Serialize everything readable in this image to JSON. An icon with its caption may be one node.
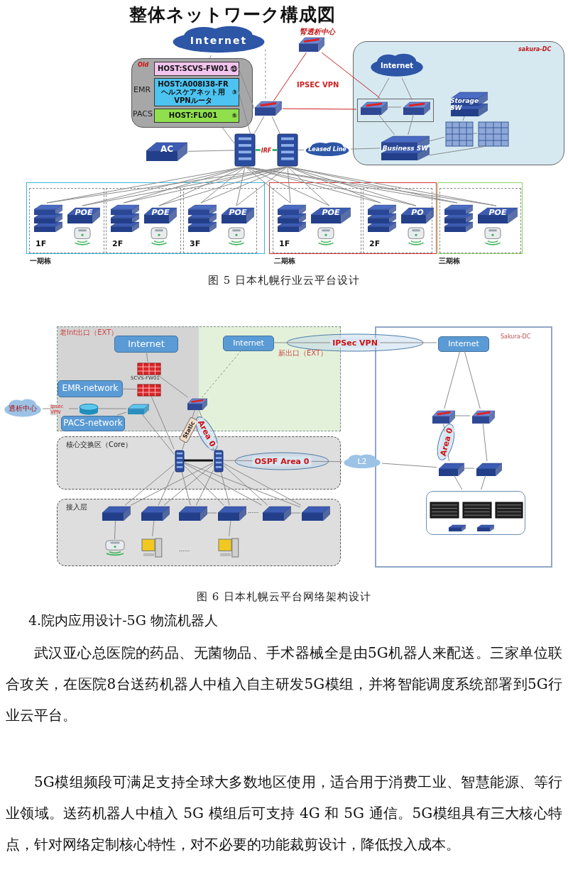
{
  "diagram": {
    "title": "整体ネットワーク構成図",
    "nodes": [
      {
        "text": [
          "Internet"
        ]
      },
      {
        "text": [
          "Old",
          "EMR",
          "PACS"
        ]
      },
      {
        "text": [
          "HOST:SCVS-FW01",
          "⑬"
        ],
        "in": 1
      },
      {
        "text": [
          "HOST:A008I38-FR",
          "ヘルスケアネット用VPNルータ",
          "③"
        ],
        "in": 1
      },
      {
        "text": [
          "HOST:FL001",
          "⑤"
        ],
        "in": 1
      },
      {
        "text": [],
        "shape": "picture",
        "beside": [
          "腎透析中心"
        ]
      },
      {
        "text": [],
        "shape": "picture"
      },
      {
        "text": [],
        "shape": "picture"
      },
      {
        "text": [],
        "shape": "picture"
      },
      {
        "text": [
          "AC"
        ]
      },
      {
        "text": [
          "Leased Line"
        ]
      },
      {
        "text": [
          "sakura-DC"
        ]
      },
      {
        "text": [
          "Internet"
        ],
        "in": 11
      },
      {
        "text": [],
        "shape": "box",
        "in": 11
      },
      {
        "text": [],
        "shape": "picture",
        "in": 13
      },
      {
        "text": [],
        "shape": "picture",
        "in": 13
      },
      {
        "text": [
          "Business SW"
        ],
        "in": 11
      },
      {
        "text": [
          "Storage SW"
        ],
        "in": 11
      },
      {
        "text": [],
        "shape": "picture",
        "in": 11
      },
      {
        "text": [],
        "shape": "picture",
        "in": 11
      },
      {
        "text": [],
        "shape": "box"
      },
      {
        "text": [],
        "shape": "box"
      },
      {
        "text": [],
        "shape": "box"
      },
      {
        "text": [
          "1F"
        ],
        "in": 20
      },
      {
        "text": [],
        "shape": "picture",
        "in": 23
      },
      {
        "text": [
          "POE"
        ],
        "in": 23
      },
      {
        "text": [],
        "shape": "picture",
        "in": 23
      },
      {
        "text": [
          "2F"
        ],
        "in": 20
      },
      {
        "text": [],
        "shape": "picture",
        "in": 27
      },
      {
        "text": [
          "POE"
        ],
        "in": 27
      },
      {
        "text": [],
        "shape": "picture",
        "in": 27
      },
      {
        "text": [
          "3F"
        ],
        "in": 20
      },
      {
        "text": [],
        "shape": "picture",
        "in": 31
      },
      {
        "text": [
          "POE"
        ],
        "in": 31
      },
      {
        "text": [],
        "shape": "picture",
        "in": 31
      },
      {
        "text": [
          "1F"
        ],
        "in": 21
      },
      {
        "text": [],
        "shape": "picture",
        "in": 35
      },
      {
        "text": [
          "POE"
        ],
        "in": 35
      },
      {
        "text": [],
        "shape": "picture",
        "in": 35
      },
      {
        "text": [
          "2F"
        ],
        "in": 21
      },
      {
        "text": [],
        "shape": "picture",
        "in": 39
      },
      {
        "text": [
          "PO"
        ],
        "in": 39
      },
      {
        "text": [],
        "shape": "picture",
        "in": 39
      },
      {
        "text": [],
        "shape": "box",
        "in": 22
      },
      {
        "text": [],
        "shape": "picture",
        "in": 43
      },
      {
        "text": [
          "POE"
        ],
        "in": 43
      },
      {
        "text": [],
        "shape": "picture",
        "in": 43
      },
      {
        "text": [],
        "shape": "box"
      },
      {
        "text": [
          "Internet"
        ],
        "in": 47,
        "beside": [
          "老Int出口（EXT）"
        ]
      },
      {
        "text": [],
        "shape": "picture",
        "in": 47,
        "beside": [
          "SCVS-FW01"
        ]
      },
      {
        "text": [],
        "shape": "picture",
        "in": 47
      },
      {
        "text": [
          "EMR-network"
        ],
        "in": 47
      },
      {
        "text": [],
        "shape": "picture",
        "in": 47
      },
      {
        "text": [],
        "shape": "picture",
        "in": 47
      },
      {
        "text": [
          "PACS-network"
        ],
        "in": 47
      },
      {
        "text": [
          "Internet"
        ],
        "in": 47,
        "beside": [
          "新出口（EXT）"
        ]
      },
      {
        "text": [],
        "shape": "picture",
        "in": 47
      },
      {
        "text": [
          "透析中心"
        ]
      },
      {
        "text": [
          "核心交换区（Core）"
        ]
      },
      {
        "text": [],
        "shape": "picture",
        "in": 58
      },
      {
        "text": [],
        "shape": "picture",
        "in": 58
      },
      {
        "text": [
          "接入层"
        ]
      },
      {
        "text": [],
        "shape": "picture",
        "in": 61
      },
      {
        "text": [],
        "shape": "picture",
        "in": 61
      },
      {
        "text": [],
        "shape": "picture",
        "in": 61
      },
      {
        "text": [],
        "shape": "picture",
        "in": 61
      },
      {
        "text": [],
        "shape": "picture",
        "in": 61
      },
      {
        "text": [],
        "shape": "picture",
        "in": 61
      },
      {
        "text": [],
        "shape": "picture",
        "in": 61
      },
      {
        "text": [],
        "shape": "picture",
        "in": 61
      },
      {
        "text": [],
        "shape": "picture",
        "in": 61
      },
      {
        "text": [
          "Sakura-DC"
        ]
      },
      {
        "text": [
          "Internet"
        ],
        "in": 71
      },
      {
        "text": [],
        "shape": "picture",
        "in": 71
      },
      {
        "text": [],
        "shape": "picture",
        "in": 71
      },
      {
        "text": [],
        "shape": "picture",
        "in": 71
      },
      {
        "text": [],
        "shape": "picture",
        "in": 71
      },
      {
        "text": [],
        "shape": "box",
        "in": 71
      },
      {
        "text": [],
        "shape": "picture",
        "in": 77
      },
      {
        "text": [],
        "shape": "picture",
        "in": 77
      },
      {
        "text": [],
        "shape": "picture",
        "in": 77
      },
      {
        "text": [],
        "shape": "picture",
        "in": 77
      },
      {
        "text": [],
        "shape": "picture",
        "in": 77
      },
      {
        "text": [
          "L2"
        ]
      }
    ],
    "edges": [
      {
        "from": 0,
        "to": 1,
        "arrow": "none"
      },
      {
        "from": 0,
        "to": 6,
        "arrow": "none",
        "style": "dashed"
      },
      {
        "from": 2,
        "to": 6,
        "arrow": "none"
      },
      {
        "from": 3,
        "to": 7,
        "arrow": "none"
      },
      {
        "from": 1,
        "to": 7,
        "arrow": "none"
      },
      {
        "from": 6,
        "to": 7,
        "arrow": "none"
      },
      {
        "from": 6,
        "to": 8,
        "arrow": "none"
      },
      {
        "from": 5,
        "to": 6,
        "arrow": "none",
        "color": "#cc2222"
      },
      {
        "from": 5,
        "to": 13,
        "arrow": "none",
        "color": "#cc2222"
      },
      {
        "from": 6,
        "to": 13,
        "arrow": "none",
        "color": "#cc2222"
      },
      {
        "from": 7,
        "to": 8,
        "arrow": "none",
        "label": "IRF",
        "style": "thick",
        "color": "#3cb371"
      },
      {
        "from": 9,
        "to": 7,
        "arrow": "none"
      },
      {
        "from": 8,
        "to": 10,
        "arrow": "none"
      },
      {
        "from": 10,
        "to": 16,
        "arrow": "none"
      },
      {
        "from": 12,
        "to": 14,
        "arrow": "none"
      },
      {
        "from": 12,
        "to": 15,
        "arrow": "none"
      },
      {
        "from": 14,
        "to": 15,
        "arrow": "none"
      },
      {
        "from": 14,
        "to": 16,
        "arrow": "none"
      },
      {
        "from": 15,
        "to": 16,
        "arrow": "none"
      },
      {
        "from": 16,
        "to": 18,
        "arrow": "none"
      },
      {
        "from": 16,
        "to": 19,
        "arrow": "none"
      },
      {
        "from": 17,
        "to": 18,
        "arrow": "none"
      },
      {
        "from": 18,
        "to": 19,
        "arrow": "none"
      },
      {
        "from": 7,
        "to": 24,
        "arrow": "none"
      },
      {
        "from": 8,
        "to": 24,
        "arrow": "none"
      },
      {
        "from": 7,
        "to": 25,
        "arrow": "none"
      },
      {
        "from": 8,
        "to": 25,
        "arrow": "none"
      },
      {
        "from": 7,
        "to": 28,
        "arrow": "none"
      },
      {
        "from": 8,
        "to": 28,
        "arrow": "none"
      },
      {
        "from": 7,
        "to": 29,
        "arrow": "none"
      },
      {
        "from": 8,
        "to": 29,
        "arrow": "none"
      },
      {
        "from": 7,
        "to": 32,
        "arrow": "none"
      },
      {
        "from": 8,
        "to": 32,
        "arrow": "none"
      },
      {
        "from": 7,
        "to": 33,
        "arrow": "none"
      },
      {
        "from": 8,
        "to": 33,
        "arrow": "none"
      },
      {
        "from": 7,
        "to": 36,
        "arrow": "none"
      },
      {
        "from": 8,
        "to": 36,
        "arrow": "none"
      },
      {
        "from": 7,
        "to": 37,
        "arrow": "none"
      },
      {
        "from": 8,
        "to": 37,
        "arrow": "none"
      },
      {
        "from": 7,
        "to": 40,
        "arrow": "none"
      },
      {
        "from": 8,
        "to": 40,
        "arrow": "none"
      },
      {
        "from": 7,
        "to": 41,
        "arrow": "none"
      },
      {
        "from": 8,
        "to": 41,
        "arrow": "none"
      },
      {
        "from": 7,
        "to": 44,
        "arrow": "none"
      },
      {
        "from": 8,
        "to": 44,
        "arrow": "none"
      },
      {
        "from": 7,
        "to": 45,
        "arrow": "none"
      },
      {
        "from": 8,
        "to": 45,
        "arrow": "none"
      },
      {
        "from": 48,
        "to": 49,
        "arrow": "none"
      },
      {
        "from": 49,
        "to": 56,
        "arrow": "none"
      },
      {
        "from": 51,
        "to": 50,
        "arrow": "none"
      },
      {
        "from": 50,
        "to": 59,
        "arrow": "none"
      },
      {
        "from": 57,
        "to": 52,
        "arrow": "none",
        "label": "Ipsec VPN"
      },
      {
        "from": 52,
        "to": 53,
        "arrow": "none"
      },
      {
        "from": 53,
        "to": 54,
        "arrow": "none"
      },
      {
        "from": 53,
        "to": 59,
        "arrow": "none"
      },
      {
        "from": 55,
        "to": 56,
        "arrow": "none",
        "style": "dashed"
      },
      {
        "from": 56,
        "to": 59,
        "arrow": "none",
        "label": "Static"
      },
      {
        "from": 56,
        "to": 60,
        "arrow": "none",
        "label": "Area 0"
      },
      {
        "from": 59,
        "to": 60,
        "arrow": "none",
        "style": "thick",
        "color": "#111111"
      },
      {
        "from": 55,
        "to": 72,
        "arrow": "none",
        "label": "IPSec VPN"
      },
      {
        "from": 60,
        "to": 83,
        "arrow": "none",
        "label": "OSPF Area 0"
      },
      {
        "from": 83,
        "to": 75,
        "arrow": "none"
      },
      {
        "from": 72,
        "to": 73,
        "arrow": "none"
      },
      {
        "from": 72,
        "to": 74,
        "arrow": "none"
      },
      {
        "from": 73,
        "to": 74,
        "arrow": "none"
      },
      {
        "from": 74,
        "to": 76,
        "arrow": "none"
      },
      {
        "from": 75,
        "to": 76,
        "arrow": "none"
      },
      {
        "from": 73,
        "to": 75,
        "arrow": "none",
        "label": "Area 0"
      },
      {
        "from": 75,
        "to": 77,
        "arrow": "none"
      },
      {
        "from": 76,
        "to": 77,
        "arrow": "none"
      },
      {
        "from": 59,
        "to": 62,
        "arrow": "none"
      },
      {
        "from": 60,
        "to": 62,
        "arrow": "none"
      },
      {
        "from": 59,
        "to": 63,
        "arrow": "none"
      },
      {
        "from": 60,
        "to": 63,
        "arrow": "none"
      },
      {
        "from": 59,
        "to": 64,
        "arrow": "none"
      },
      {
        "from": 60,
        "to": 64,
        "arrow": "none"
      },
      {
        "from": 59,
        "to": 65,
        "arrow": "none"
      },
      {
        "from": 60,
        "to": 65,
        "arrow": "none"
      },
      {
        "from": 59,
        "to": 66,
        "arrow": "none"
      },
      {
        "from": 60,
        "to": 66,
        "arrow": "none"
      },
      {
        "from": 59,
        "to": 67,
        "arrow": "none"
      },
      {
        "from": 60,
        "to": 67,
        "arrow": "none"
      },
      {
        "from": 62,
        "to": 68,
        "arrow": "none"
      },
      {
        "from": 63,
        "to": 69,
        "arrow": "none"
      },
      {
        "from": 65,
        "to": 70,
        "arrow": "none"
      },
      {
        "from": 64,
        "to": 65,
        "arrow": "none"
      },
      {
        "from": 66,
        "to": 67,
        "arrow": "none"
      }
    ],
    "labels": [
      "IPSEC VPN",
      "一期栋",
      "二期栋",
      "三期栋",
      "图 5 日本札幌行业云平台设计",
      "......",
      "......",
      "图 6 日本札幌云平台网络架构设计",
      "4.院内应用设计-5G 物流机器人",
      "武汉亚心总医院的药品、无菌物品、手术器械全是由5G机器人来配送。三家单位联合攻关，在医院8台送药机器人中植入自主研发5G模组，并将智能调度系统部署到5G行业云平台。",
      "5G模组频段可满足支持全球大多数地区使用，适合用于消费工业、智慧能源、等行业领域。送药机器人中植入 5G 模组后可支持 4G 和 5G 通信。5G模组具有三大核心特点，针对网络定制核心特性，对不必要的功能裁剪设计，降低投入成本。"
    ]
  }
}
